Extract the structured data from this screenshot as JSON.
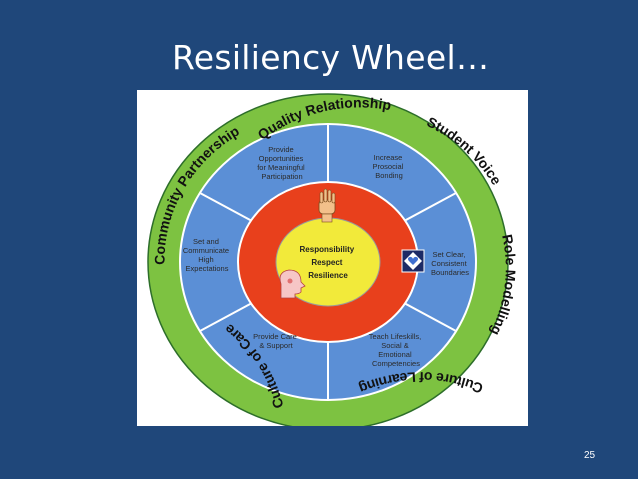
{
  "slide": {
    "title": "Resiliency Wheel…",
    "page_number": "25"
  },
  "colors": {
    "background": "#1f477a",
    "outer_ring": "#7dc241",
    "segments": "#5b8fd6",
    "middle_ring": "#e8401c",
    "core": "#f2ea3a"
  },
  "wheel": {
    "outer_ring_labels": {
      "quality_relationship": "Quality Relationship",
      "student_voice": "Student Voice",
      "role_modelling": "Role Modelling",
      "culture_of_learning": "Culture of Learning",
      "culture_of_care": "Culture of Care",
      "community_partnership": "Community Partnership"
    },
    "segments": {
      "meaningful_participation": [
        "Provide",
        "Opportunities",
        "for Meaningful",
        "Participation"
      ],
      "prosocial_bonding": [
        "Increase",
        "Prosocial",
        "Bonding"
      ],
      "clear_boundaries": [
        "Set Clear,",
        "Consistent",
        "Boundaries"
      ],
      "life_skills": [
        "Teach Lifeskills,",
        "Social &",
        "Emotional",
        "Competencies"
      ],
      "care_support": [
        "Provide Care",
        "& Support"
      ],
      "high_expectations": [
        "Set and",
        "Communicate",
        "High",
        "Expectations"
      ]
    },
    "core": [
      "Responsibility",
      "Respect",
      "Resilience"
    ],
    "icons": [
      "raised-hand-icon",
      "head-profile-icon",
      "heart-diamond-icon"
    ]
  }
}
